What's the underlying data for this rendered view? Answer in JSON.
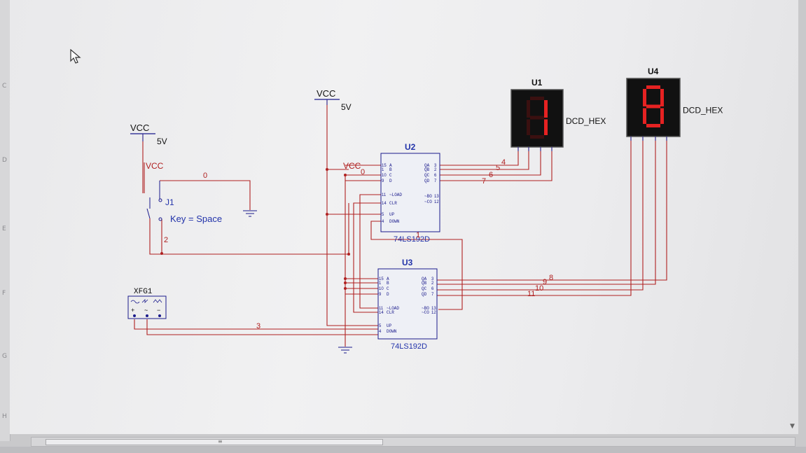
{
  "ruler": {
    "rows": [
      "C",
      "D",
      "E",
      "F",
      "G",
      "H"
    ]
  },
  "supplies": [
    {
      "name": "VCC",
      "value": "5V"
    },
    {
      "name": "VCC",
      "value": "5V"
    }
  ],
  "switch": {
    "ref": "J1",
    "key": "Key = Space",
    "vcc_label": "VCC"
  },
  "function_generator": {
    "ref": "XFG1",
    "pins": [
      "+",
      "~",
      "−"
    ]
  },
  "counters": [
    {
      "ref": "U2",
      "part": "74LS192D",
      "left_pins": [
        {
          "num": "15",
          "name": "A"
        },
        {
          "num": "1",
          "name": "B"
        },
        {
          "num": "10",
          "name": "C"
        },
        {
          "num": "9",
          "name": "D"
        },
        {
          "num": "11",
          "name": "~LOAD"
        },
        {
          "num": "14",
          "name": "CLR"
        },
        {
          "num": "5",
          "name": "UP"
        },
        {
          "num": "4",
          "name": "DOWN"
        }
      ],
      "right_pins": [
        {
          "num": "3",
          "name": "QA"
        },
        {
          "num": "2",
          "name": "QB"
        },
        {
          "num": "6",
          "name": "QC"
        },
        {
          "num": "7",
          "name": "QD"
        },
        {
          "num": "13",
          "name": "~BO"
        },
        {
          "num": "12",
          "name": "~CO"
        }
      ],
      "vcc_tag": "VCC"
    },
    {
      "ref": "U3",
      "part": "74LS192D",
      "left_pins": [
        {
          "num": "15",
          "name": "A"
        },
        {
          "num": "1",
          "name": "B"
        },
        {
          "num": "10",
          "name": "C"
        },
        {
          "num": "9",
          "name": "D"
        },
        {
          "num": "11",
          "name": "~LOAD"
        },
        {
          "num": "14",
          "name": "CLR"
        },
        {
          "num": "5",
          "name": "UP"
        },
        {
          "num": "4",
          "name": "DOWN"
        }
      ],
      "right_pins": [
        {
          "num": "3",
          "name": "QA"
        },
        {
          "num": "2",
          "name": "QB"
        },
        {
          "num": "6",
          "name": "QC"
        },
        {
          "num": "7",
          "name": "QD"
        },
        {
          "num": "13",
          "name": "~BO"
        },
        {
          "num": "12",
          "name": "~CO"
        }
      ]
    }
  ],
  "displays": [
    {
      "ref": "U1",
      "type": "DCD_HEX",
      "digit": "1"
    },
    {
      "ref": "U4",
      "type": "DCD_HEX",
      "digit": "8"
    }
  ],
  "nets": [
    "0",
    "0",
    "1",
    "2",
    "3",
    "4",
    "5",
    "6",
    "7",
    "8",
    "9",
    "10",
    "11"
  ],
  "colors": {
    "wire": "#b02020",
    "component": "#1a1a8c",
    "label": "#2233aa",
    "segment_on": "#e62222",
    "segment_off": "#3a1010",
    "display_bg": "#111111"
  }
}
